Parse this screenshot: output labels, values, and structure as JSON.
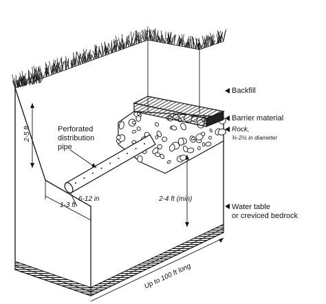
{
  "labels": {
    "backfill": "Backfill",
    "barrier_material": "Barrier material",
    "rock_line1": "Rock,",
    "rock_line2": "¾-2½ in diameter",
    "pipe_line1": "Perforated",
    "pipe_line2": "distribution",
    "pipe_line3": "pipe",
    "water_line1": "Water table",
    "water_line2": "or creviced bedrock"
  },
  "dimensions": {
    "depth_top": "2-5 ft",
    "depth_below": "2-4 ft (min)",
    "trench_width": "1-3 ft",
    "pipe_spacing": "6-12 in",
    "length": "Up to 100 ft long"
  }
}
